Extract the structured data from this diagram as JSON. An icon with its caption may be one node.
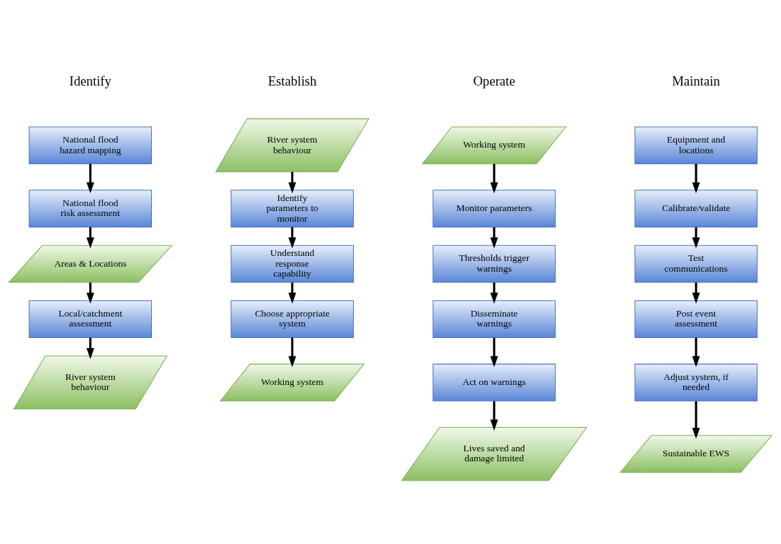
{
  "diagram": {
    "nodes": [
      {
        "text": [
          "National flood hazard mapping"
        ]
      },
      {
        "text": [
          "National flood risk assessment"
        ]
      },
      {
        "text": [
          "Areas & Locations"
        ]
      },
      {
        "text": [
          "Local/catchment assessment"
        ]
      },
      {
        "text": [
          "River system behaviour"
        ]
      },
      {
        "text": [
          "River system behaviour"
        ]
      },
      {
        "text": [
          "Identify parameters to monitor"
        ]
      },
      {
        "text": [
          "Understand response capability"
        ]
      },
      {
        "text": [
          "Choose appropriate system"
        ]
      },
      {
        "text": [
          "Working system"
        ]
      },
      {
        "text": [
          "Working system"
        ]
      },
      {
        "text": [
          "Monitor parameters"
        ]
      },
      {
        "text": [
          "Thresholds trigger warnings"
        ]
      },
      {
        "text": [
          "Disseminate warnings"
        ]
      },
      {
        "text": [
          "Act on warnings"
        ]
      },
      {
        "text": [
          "Lives saved and damage limited"
        ]
      },
      {
        "text": [
          "Equipment and locations"
        ]
      },
      {
        "text": [
          "Calibrate/validate"
        ]
      },
      {
        "text": [
          "Test communications"
        ]
      },
      {
        "text": [
          "Post event assessment"
        ]
      },
      {
        "text": [
          "Adjust system, if needed"
        ]
      },
      {
        "text": [
          "Sustainable EWS"
        ]
      }
    ],
    "edges": [
      {
        "from": 0,
        "to": 1,
        "arrow": "to"
      },
      {
        "from": 1,
        "to": 2,
        "arrow": "to"
      },
      {
        "from": 2,
        "to": 3,
        "arrow": "to"
      },
      {
        "from": 3,
        "to": 4,
        "arrow": "to"
      },
      {
        "from": 5,
        "to": 6,
        "arrow": "to"
      },
      {
        "from": 6,
        "to": 7,
        "arrow": "to"
      },
      {
        "from": 7,
        "to": 8,
        "arrow": "to"
      },
      {
        "from": 8,
        "to": 9,
        "arrow": "to"
      },
      {
        "from": 10,
        "to": 11,
        "arrow": "to"
      },
      {
        "from": 11,
        "to": 12,
        "arrow": "to"
      },
      {
        "from": 12,
        "to": 13,
        "arrow": "to"
      },
      {
        "from": 13,
        "to": 14,
        "arrow": "to"
      },
      {
        "from": 14,
        "to": 15,
        "arrow": "to"
      },
      {
        "from": 16,
        "to": 17,
        "arrow": "to"
      },
      {
        "from": 17,
        "to": 18,
        "arrow": "to"
      },
      {
        "from": 18,
        "to": 19,
        "arrow": "to"
      },
      {
        "from": 19,
        "to": 20,
        "arrow": "to"
      },
      {
        "from": 20,
        "to": 21,
        "arrow": "to"
      }
    ],
    "labels": [
      "Identify",
      "Establish",
      "Operate",
      "Maintain"
    ]
  }
}
